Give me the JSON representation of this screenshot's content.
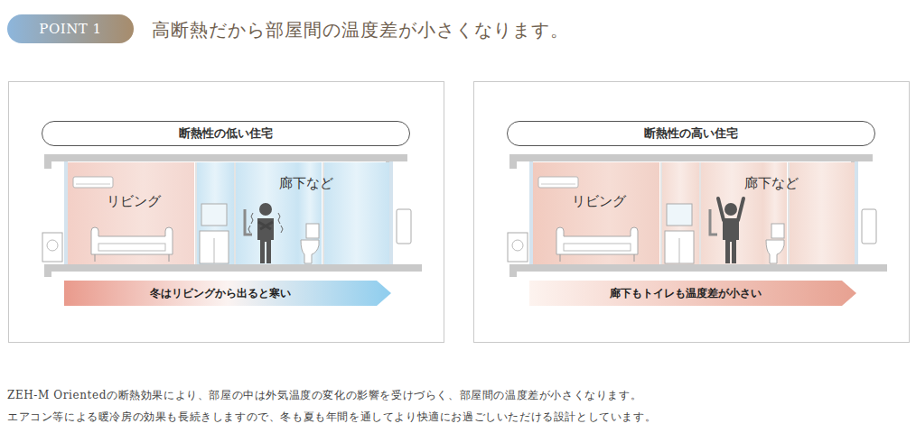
{
  "diagram": {
    "title": "高断熱だから部屋間の温度差が小さくなります。",
    "nodes": [
      {
        "text": [
          "POINT 1"
        ]
      },
      {
        "text": [
          "断熱性の低い住宅"
        ]
      },
      {
        "text": [
          "冬はリビングから出ると寒い"
        ],
        "in": 1
      },
      {
        "text": [
          "断熱性の高い住宅"
        ]
      },
      {
        "text": [
          "廊下もトイレも温度差が小さい"
        ],
        "in": 3
      }
    ],
    "labels": [
      "リビング",
      "廊下など",
      "リビング",
      "廊下など",
      "ZEH-M Orientedの断熱効果により、部屋の中は外気温度の変化の影響を受けづらく、部屋間の温度差が小さくなります。",
      "エアコン等による暖冷房の効果も長続きしますので、冬も夏も年間を通してより快適にお過ごしいただける設計としています。"
    ]
  }
}
